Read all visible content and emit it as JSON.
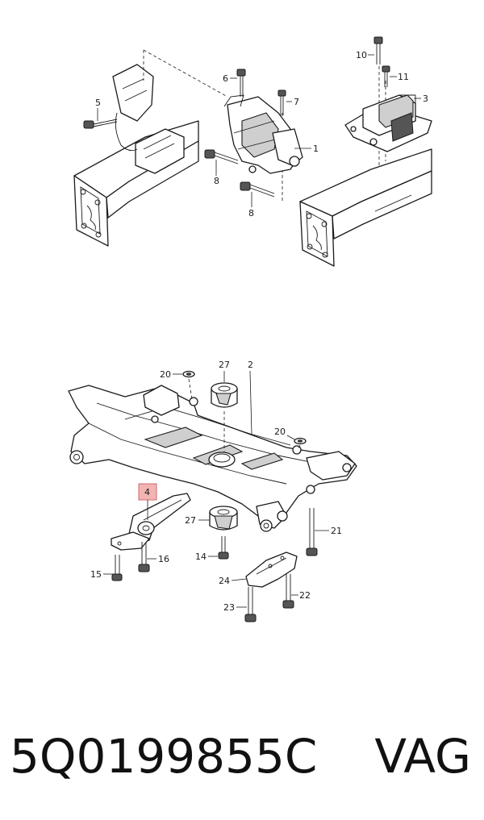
{
  "caption": {
    "part_number": "5Q0199855C",
    "brand": "VAG"
  },
  "callouts_upper": [
    "10",
    "11",
    "3",
    "6",
    "7",
    "5",
    "1",
    "8",
    "8"
  ],
  "callouts_lower": [
    "20",
    "27",
    "2",
    "20",
    "4",
    "27",
    "21",
    "16",
    "14",
    "15",
    "24",
    "22",
    "23"
  ],
  "highlight": {
    "callout": "4",
    "color": "#f2b3b3",
    "border": "#d46a6a"
  }
}
